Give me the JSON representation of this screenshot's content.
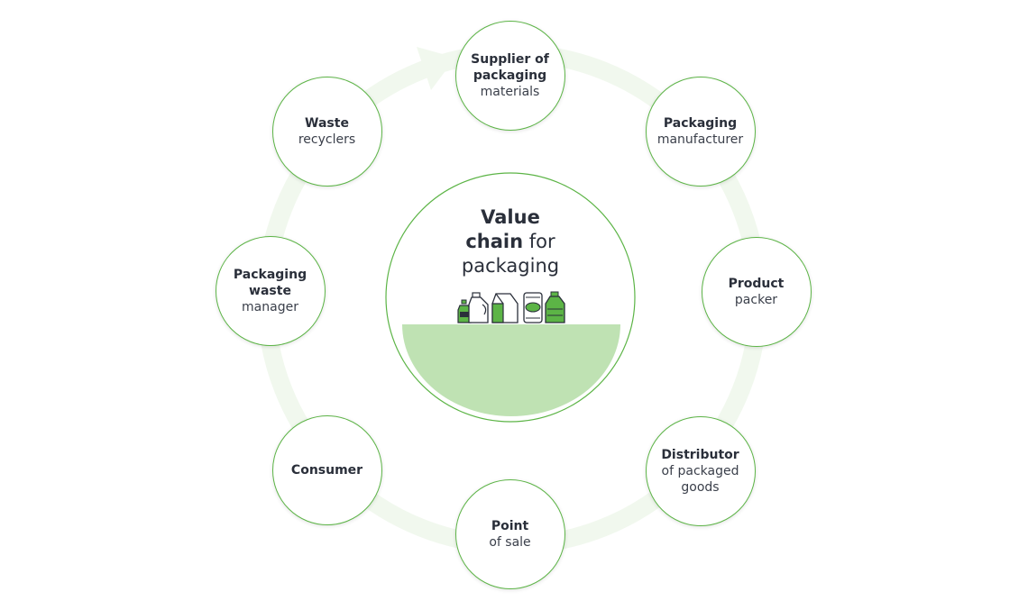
{
  "center": {
    "title_bold_1": "Value",
    "title_bold_2": "chain",
    "title_light_1": "for",
    "title_light_2": "packaging"
  },
  "nodes": [
    {
      "id": "supplier",
      "bold": [
        "Supplier of",
        "packaging"
      ],
      "light": [
        "materials"
      ]
    },
    {
      "id": "manufacturer",
      "bold": [
        "Packaging"
      ],
      "light": [
        "manufacturer"
      ]
    },
    {
      "id": "packer",
      "bold": [
        "Product"
      ],
      "light": [
        "packer"
      ]
    },
    {
      "id": "distributor",
      "bold": [
        "Distributor"
      ],
      "light": [
        "of packaged",
        "goods"
      ]
    },
    {
      "id": "point-of-sale",
      "bold": [
        "Point"
      ],
      "light": [
        "of sale"
      ]
    },
    {
      "id": "consumer",
      "bold": [
        "Consumer"
      ],
      "light": []
    },
    {
      "id": "waste-manager",
      "bold": [
        "Packaging",
        "waste"
      ],
      "light": [
        "manager"
      ]
    },
    {
      "id": "recyclers",
      "bold": [
        "Waste"
      ],
      "light": [
        "recyclers"
      ]
    }
  ],
  "colors": {
    "accent": "#5cb446",
    "ring": "#f1f8ee",
    "bowl": "#bfe2b3",
    "text": "#2a2f3a"
  },
  "icons": [
    "small-bottle-icon",
    "jug-icon",
    "carton-icon",
    "can-icon",
    "water-bottle-icon"
  ]
}
